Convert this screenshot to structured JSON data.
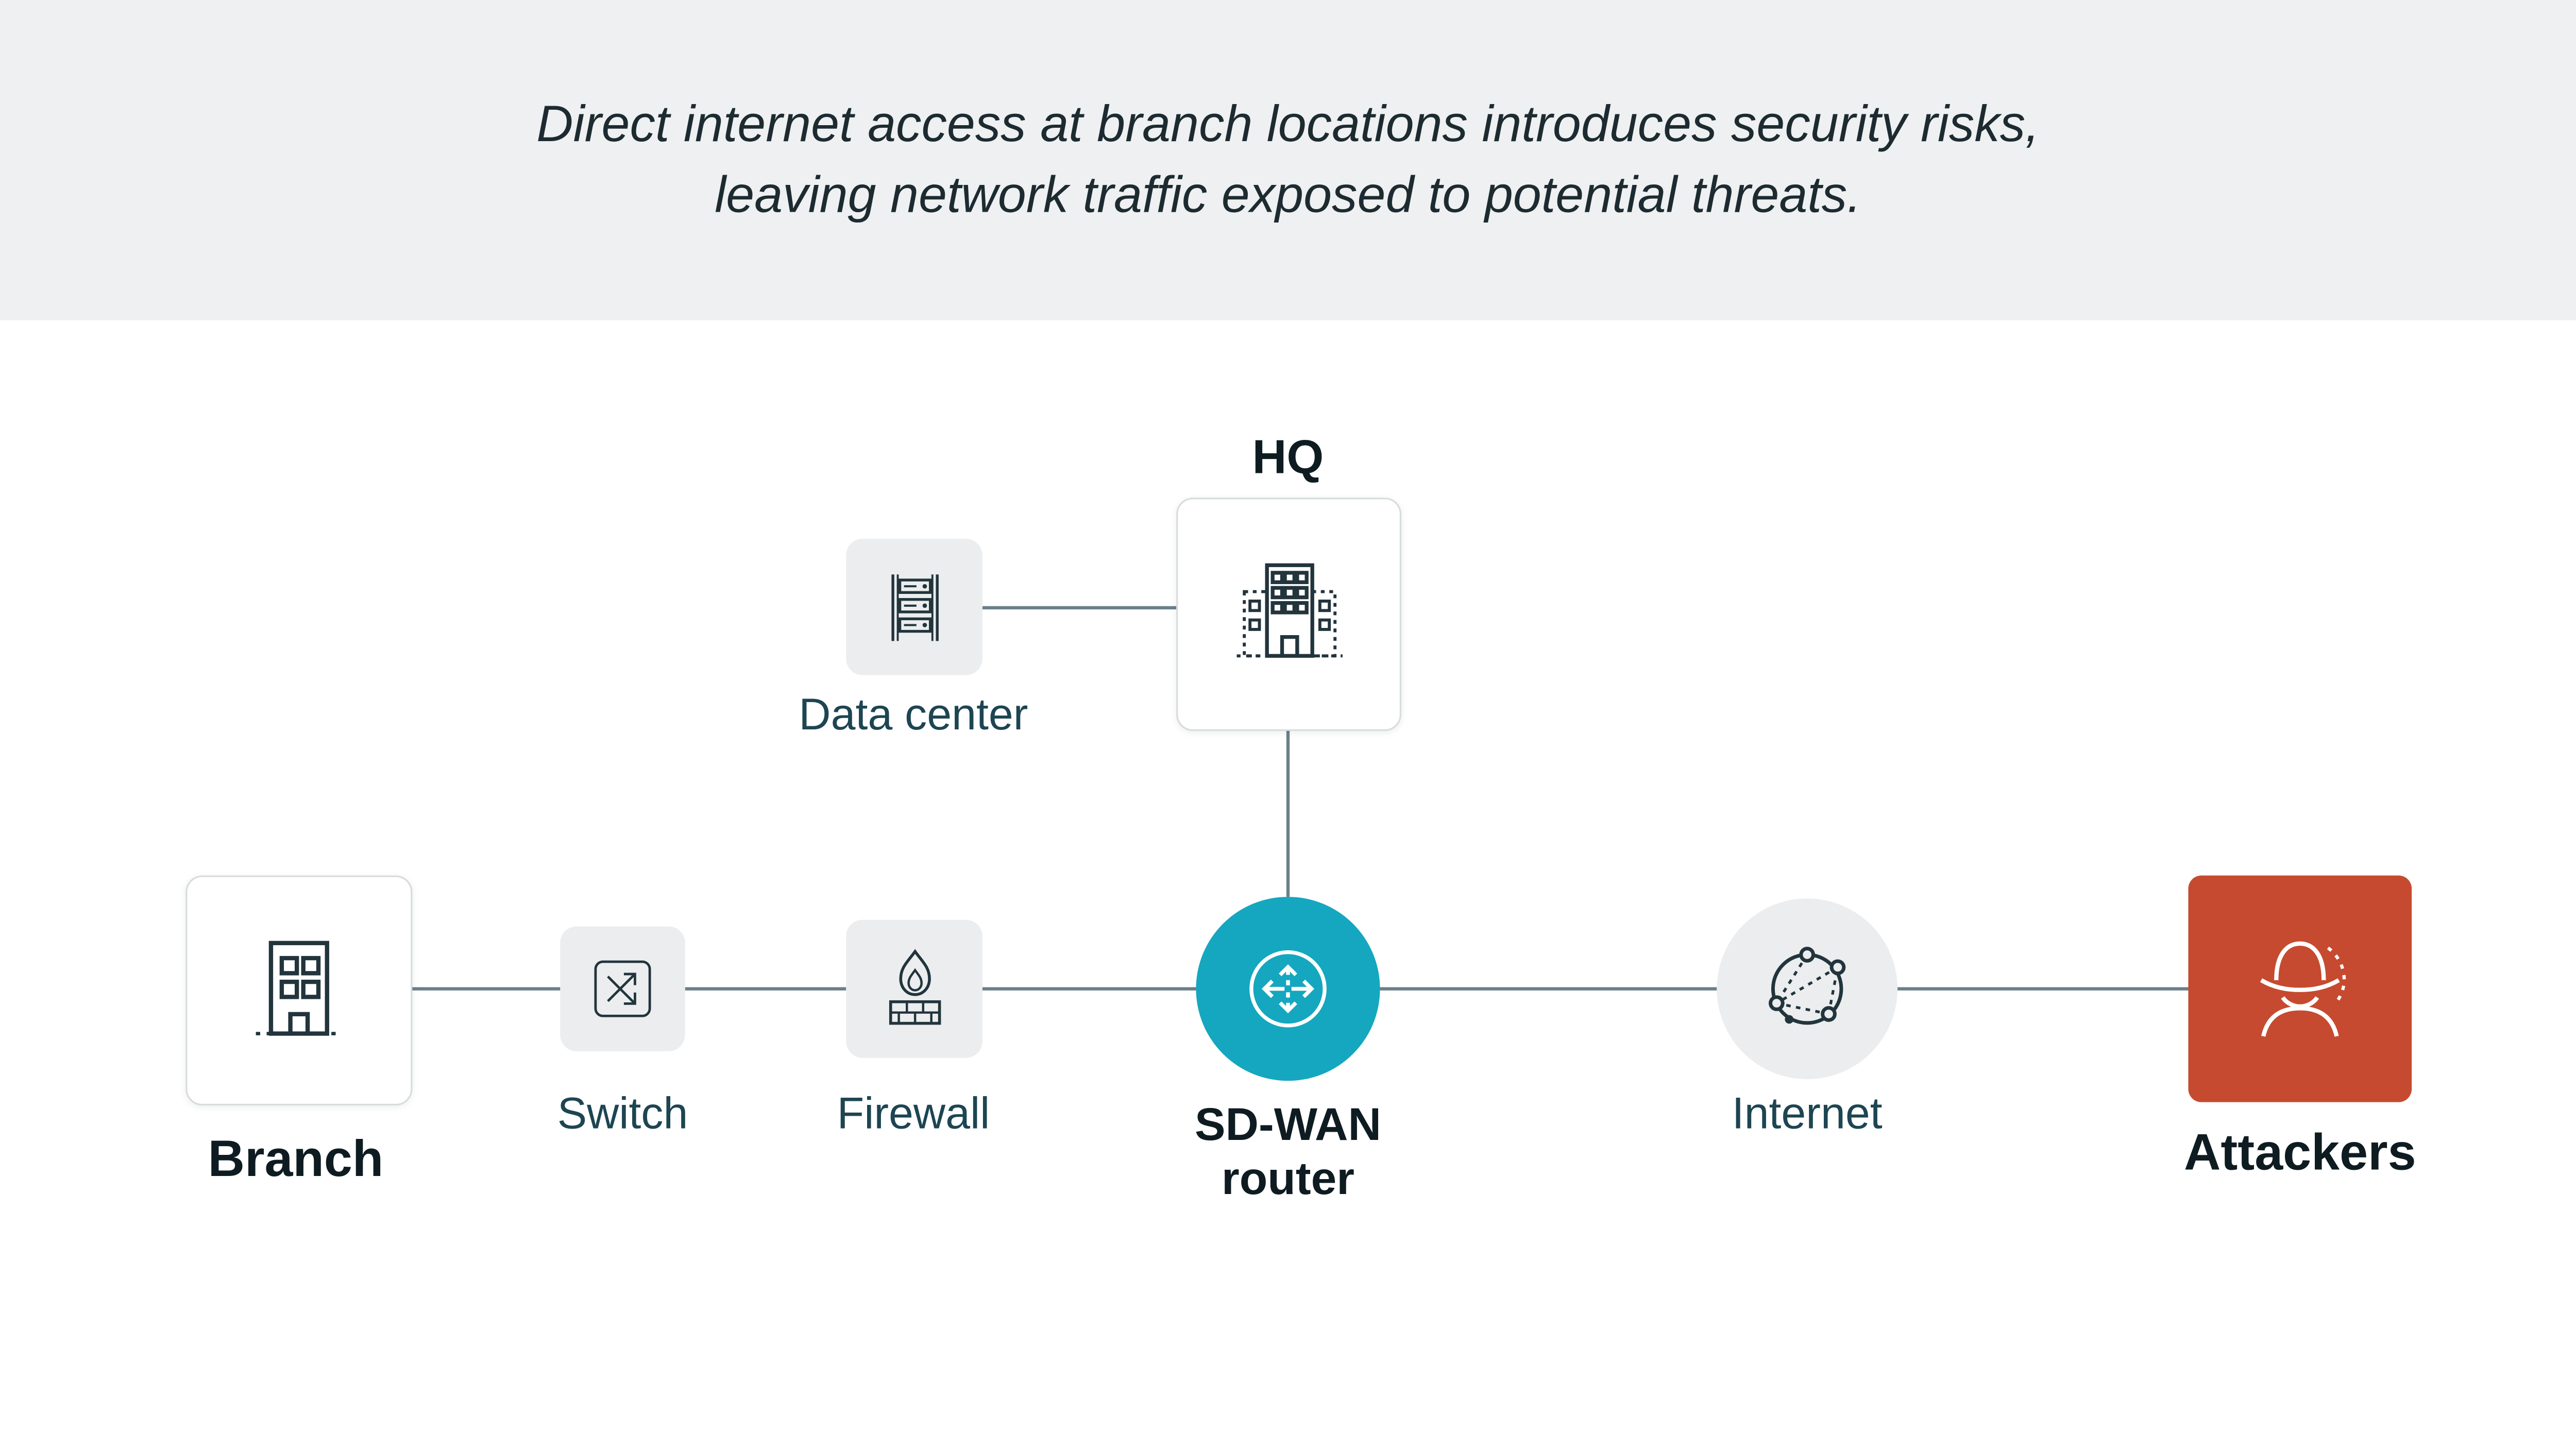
{
  "banner": {
    "text": "Direct internet access at branch locations introduces security risks, leaving network traffic exposed to potential threats."
  },
  "nodes": {
    "hq": {
      "label": "HQ"
    },
    "data_center": {
      "label": "Data center"
    },
    "branch": {
      "label": "Branch"
    },
    "switch": {
      "label": "Switch"
    },
    "firewall": {
      "label": "Firewall"
    },
    "sdwan_router": {
      "label": "SD-WAN router"
    },
    "internet": {
      "label": "Internet"
    },
    "attackers": {
      "label": "Attackers"
    }
  },
  "icons": {
    "branch": "building-icon",
    "hq": "hq-building-icon",
    "data_center": "server-rack-icon",
    "switch": "switch-arrows-icon",
    "firewall": "firewall-flame-brick-icon",
    "sdwan_router": "router-arrows-icon",
    "internet": "globe-network-icon",
    "attackers": "spy-hat-icon"
  },
  "colors": {
    "banner_bg": "#eef0f1",
    "tile_gray": "#ebedee",
    "accent_teal": "#14a7bf",
    "attacker_red": "#c64a2f",
    "line": "#6b8089",
    "text_dark": "#0e1c22",
    "text_label": "#1d4552"
  }
}
